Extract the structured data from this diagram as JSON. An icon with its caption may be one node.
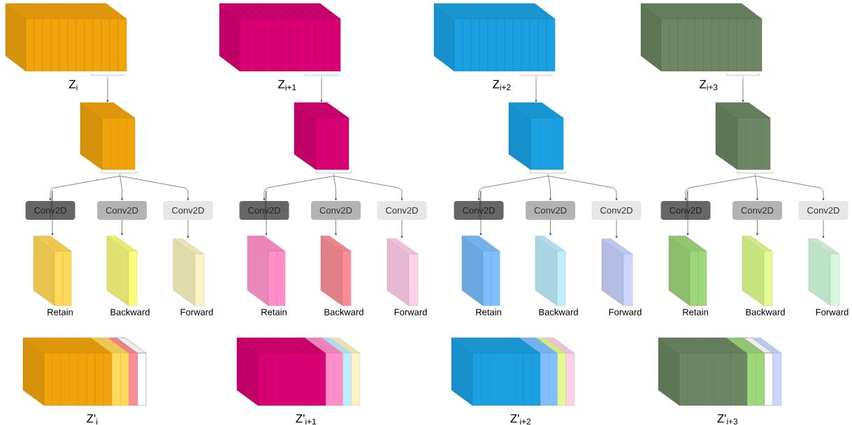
{
  "diagram": {
    "nodes": [
      {
        "text": [],
        "shape": "box",
        "beside": [
          "Z$_{i}$"
        ]
      },
      {
        "text": [],
        "shape": "box"
      },
      {
        "text": [
          "Conv2D"
        ]
      },
      {
        "text": [
          "Conv2D"
        ]
      },
      {
        "text": [
          "Conv2D"
        ]
      },
      {
        "text": [],
        "shape": "box",
        "beside": [
          "Retain"
        ]
      },
      {
        "text": [],
        "shape": "box",
        "beside": [
          "Backward"
        ]
      },
      {
        "text": [],
        "shape": "box",
        "beside": [
          "Forward"
        ]
      },
      {
        "text": [],
        "shape": "box",
        "beside": [
          "Z'$_{i}$"
        ]
      },
      {
        "text": [],
        "shape": "box",
        "beside": [
          "Z$_{i+1}$"
        ]
      },
      {
        "text": [],
        "shape": "box"
      },
      {
        "text": [
          "Conv2D"
        ]
      },
      {
        "text": [
          "Conv2D"
        ]
      },
      {
        "text": [
          "Conv2D"
        ]
      },
      {
        "text": [],
        "shape": "box",
        "beside": [
          "Retain"
        ]
      },
      {
        "text": [],
        "shape": "box",
        "beside": [
          "Backward"
        ]
      },
      {
        "text": [],
        "shape": "box",
        "beside": [
          "Forward"
        ]
      },
      {
        "text": [],
        "shape": "box",
        "beside": [
          "Z'$_{i+1}$"
        ]
      },
      {
        "text": [],
        "shape": "box",
        "beside": [
          "Z$_{i+2}$"
        ]
      },
      {
        "text": [],
        "shape": "box"
      },
      {
        "text": [
          "Conv2D"
        ]
      },
      {
        "text": [
          "Conv2D"
        ]
      },
      {
        "text": [
          "Conv2D"
        ]
      },
      {
        "text": [],
        "shape": "box",
        "beside": [
          "Retain"
        ]
      },
      {
        "text": [],
        "shape": "box",
        "beside": [
          "Backward"
        ]
      },
      {
        "text": [],
        "shape": "box",
        "beside": [
          "Forward"
        ]
      },
      {
        "text": [],
        "shape": "box",
        "beside": [
          "Z'$_{i+2}$"
        ]
      },
      {
        "text": [],
        "shape": "box",
        "beside": [
          "Z$_{i+3}$"
        ]
      },
      {
        "text": [],
        "shape": "box"
      },
      {
        "text": [
          "Conv2D"
        ]
      },
      {
        "text": [
          "Conv2D"
        ]
      },
      {
        "text": [
          "Conv2D"
        ]
      },
      {
        "text": [],
        "shape": "box",
        "beside": [
          "Retain"
        ]
      },
      {
        "text": [],
        "shape": "box",
        "beside": [
          "Backward"
        ]
      },
      {
        "text": [],
        "shape": "box",
        "beside": [
          "Forward"
        ]
      },
      {
        "text": [],
        "shape": "box",
        "beside": [
          "Z'$_{i+3}$"
        ]
      }
    ],
    "edges": [
      {
        "from": 0,
        "to": 1,
        "arrow": "to"
      },
      {
        "from": 1,
        "to": 2,
        "arrow": "to"
      },
      {
        "from": 1,
        "to": 3,
        "arrow": "to"
      },
      {
        "from": 1,
        "to": 4,
        "arrow": "to"
      },
      {
        "from": 2,
        "to": 5,
        "arrow": "to"
      },
      {
        "from": 3,
        "to": 6,
        "arrow": "to"
      },
      {
        "from": 4,
        "to": 7,
        "arrow": "to"
      },
      {
        "from": 9,
        "to": 10,
        "arrow": "to"
      },
      {
        "from": 10,
        "to": 11,
        "arrow": "to"
      },
      {
        "from": 10,
        "to": 12,
        "arrow": "to"
      },
      {
        "from": 10,
        "to": 13,
        "arrow": "to"
      },
      {
        "from": 11,
        "to": 14,
        "arrow": "to"
      },
      {
        "from": 12,
        "to": 15,
        "arrow": "to"
      },
      {
        "from": 13,
        "to": 16,
        "arrow": "to"
      },
      {
        "from": 18,
        "to": 19,
        "arrow": "to"
      },
      {
        "from": 19,
        "to": 20,
        "arrow": "to"
      },
      {
        "from": 19,
        "to": 21,
        "arrow": "to"
      },
      {
        "from": 19,
        "to": 22,
        "arrow": "to"
      },
      {
        "from": 20,
        "to": 23,
        "arrow": "to"
      },
      {
        "from": 21,
        "to": 24,
        "arrow": "to"
      },
      {
        "from": 22,
        "to": 25,
        "arrow": "to"
      },
      {
        "from": 27,
        "to": 28,
        "arrow": "to"
      },
      {
        "from": 28,
        "to": 29,
        "arrow": "to"
      },
      {
        "from": 28,
        "to": 30,
        "arrow": "to"
      },
      {
        "from": 28,
        "to": 31,
        "arrow": "to"
      },
      {
        "from": 29,
        "to": 32,
        "arrow": "to"
      },
      {
        "from": 30,
        "to": 33,
        "arrow": "to"
      },
      {
        "from": 31,
        "to": 34,
        "arrow": "to"
      }
    ]
  }
}
